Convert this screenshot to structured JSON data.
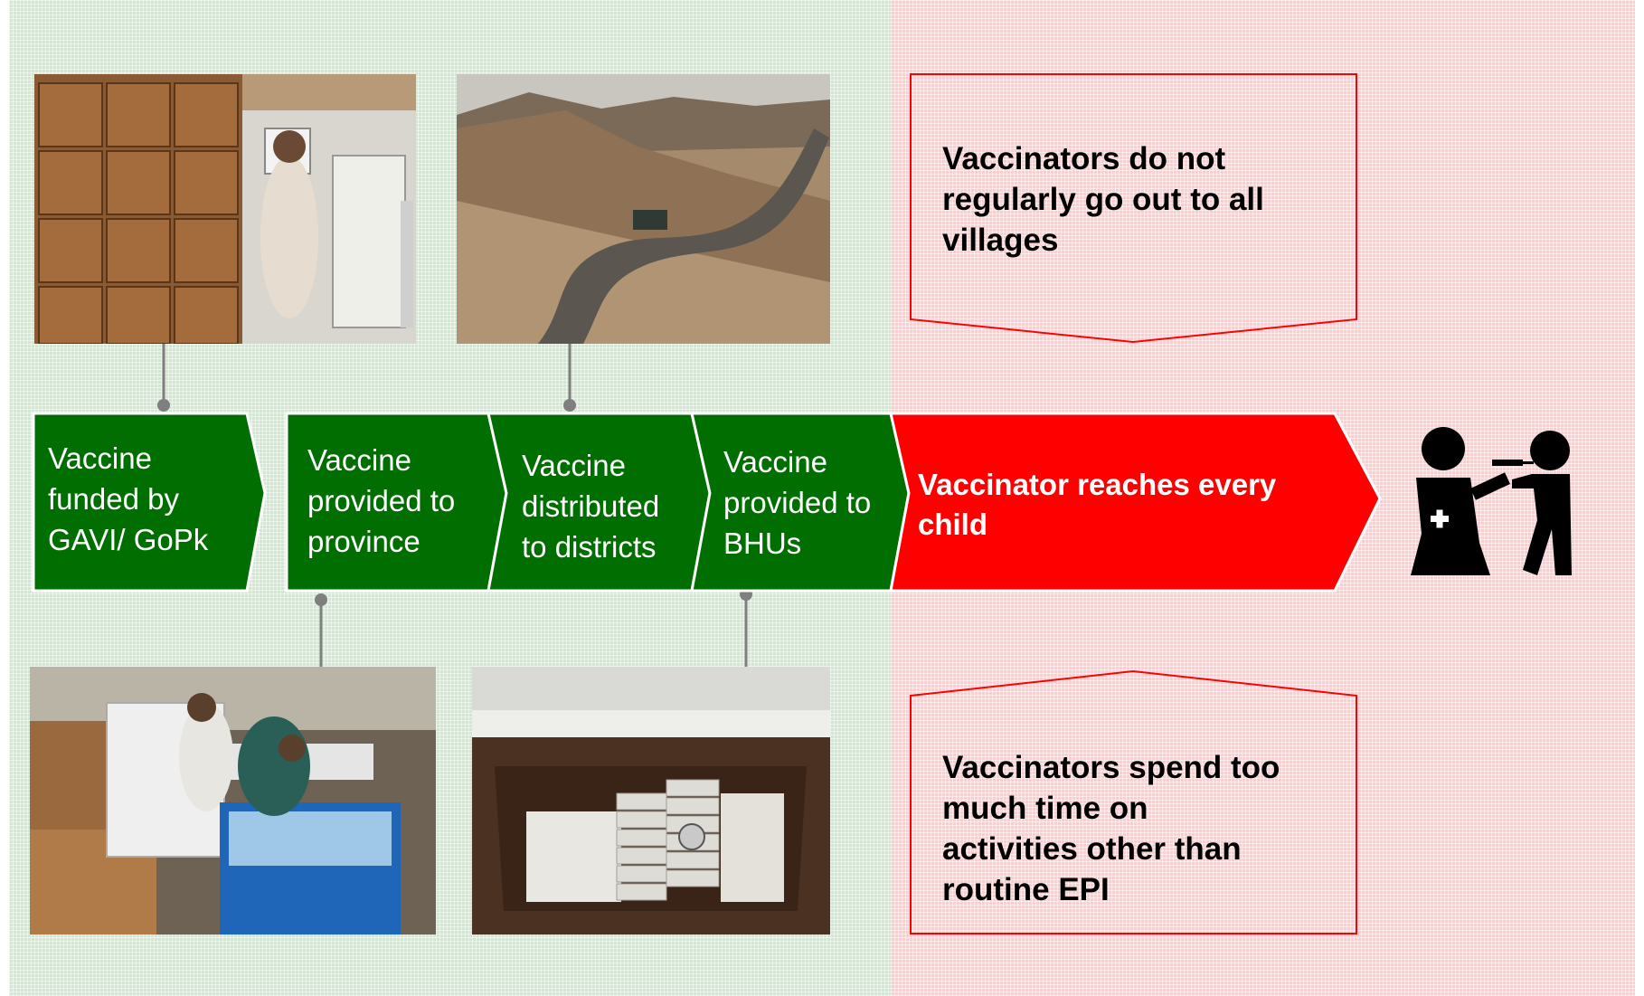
{
  "steps": [
    {
      "lines": [
        "Vaccine",
        "funded by",
        "GAVI/ GoPk"
      ]
    },
    {
      "lines": [
        "Vaccine",
        "provided to",
        "province"
      ]
    },
    {
      "lines": [
        "Vaccine",
        "distributed",
        "to districts"
      ]
    },
    {
      "lines": [
        "Vaccine",
        "provided to",
        "BHUs"
      ]
    },
    {
      "lines": [
        "Vaccinator reaches every",
        "child"
      ]
    }
  ],
  "callouts": {
    "top": {
      "lines": [
        "Vaccinators do not",
        "regularly go out to all",
        "villages"
      ]
    },
    "bottom": {
      "lines": [
        "Vaccinators spend too",
        "much time on",
        "activities other than",
        "routine EPI"
      ]
    }
  },
  "colors": {
    "green_zone": "#cfe8cf",
    "red_zone": "#f6cfd1",
    "step_green": "#006e00",
    "step_red": "#ff0000",
    "connector": "#7f7f7f",
    "callout_border": "#ff0000"
  },
  "icons": {
    "end": "vaccinator-child-pictogram-icon"
  }
}
